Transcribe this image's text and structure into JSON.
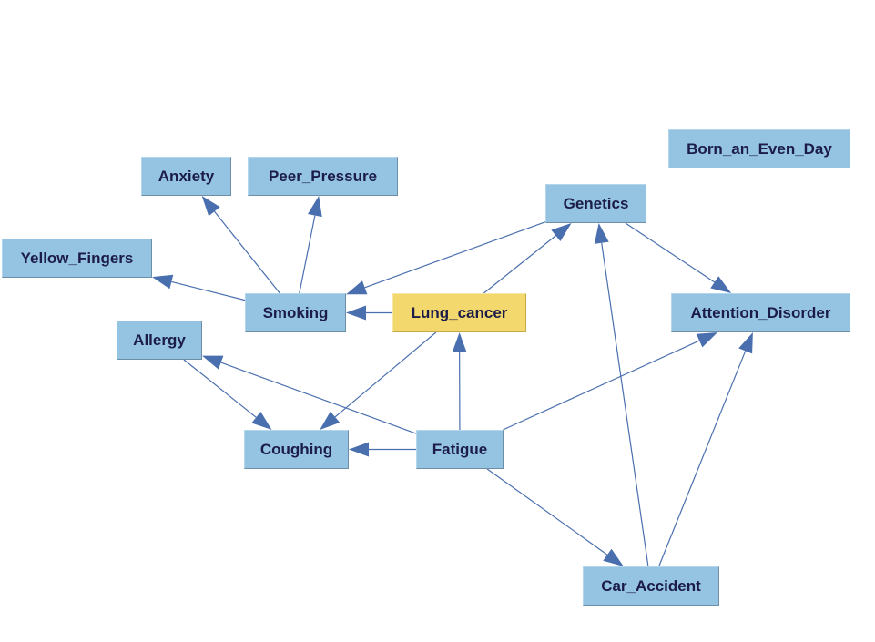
{
  "nodes": {
    "anxiety": {
      "label": "Anxiety"
    },
    "peer_pressure": {
      "label": "Peer_Pressure"
    },
    "born_an_even_day": {
      "label": "Born_an_Even_Day"
    },
    "genetics": {
      "label": "Genetics"
    },
    "yellow_fingers": {
      "label": "Yellow_Fingers"
    },
    "smoking": {
      "label": "Smoking"
    },
    "lung_cancer": {
      "label": "Lung_cancer"
    },
    "attention_disorder": {
      "label": "Attention_Disorder"
    },
    "allergy": {
      "label": "Allergy"
    },
    "coughing": {
      "label": "Coughing"
    },
    "fatigue": {
      "label": "Fatigue"
    },
    "car_accident": {
      "label": "Car_Accident"
    }
  },
  "edges": [
    {
      "from": "smoking",
      "to": "anxiety"
    },
    {
      "from": "smoking",
      "to": "peer_pressure"
    },
    {
      "from": "smoking",
      "to": "yellow_fingers"
    },
    {
      "from": "genetics",
      "to": "smoking"
    },
    {
      "from": "lung_cancer",
      "to": "smoking"
    },
    {
      "from": "lung_cancer",
      "to": "genetics"
    },
    {
      "from": "genetics",
      "to": "attention_disorder"
    },
    {
      "from": "allergy",
      "to": "coughing"
    },
    {
      "from": "lung_cancer",
      "to": "coughing"
    },
    {
      "from": "fatigue",
      "to": "coughing"
    },
    {
      "from": "fatigue",
      "to": "allergy"
    },
    {
      "from": "fatigue",
      "to": "lung_cancer"
    },
    {
      "from": "fatigue",
      "to": "attention_disorder"
    },
    {
      "from": "fatigue",
      "to": "car_accident"
    },
    {
      "from": "car_accident",
      "to": "genetics"
    },
    {
      "from": "car_accident",
      "to": "attention_disorder"
    }
  ],
  "colors": {
    "node_fill": "#94c4e2",
    "highlight_fill": "#f3d86d",
    "edge": "#4a6fae",
    "text": "#1c1c48"
  }
}
